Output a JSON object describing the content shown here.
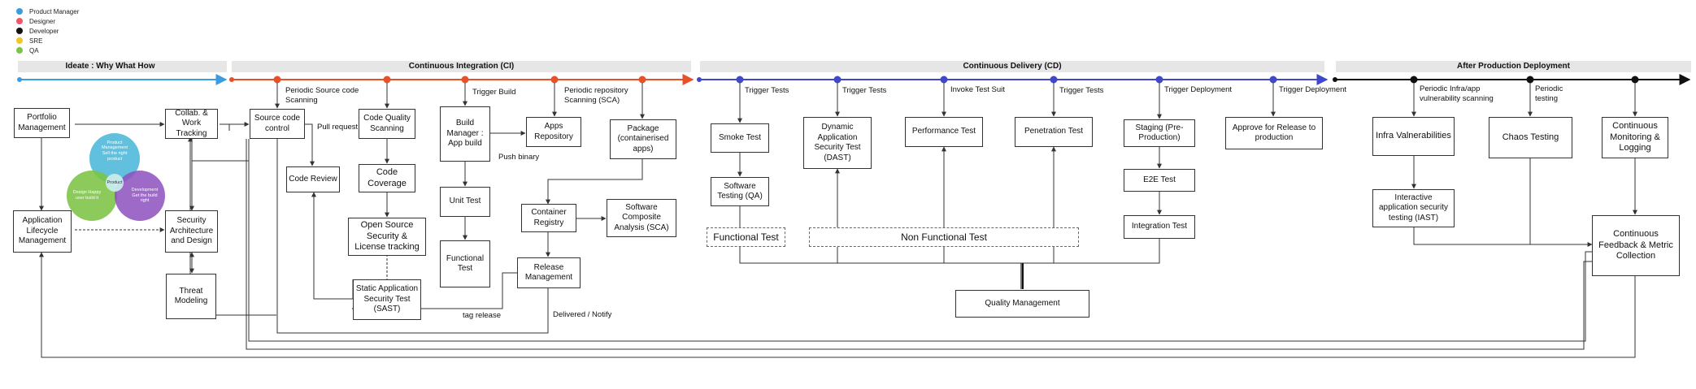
{
  "colors": {
    "pm": "#3d9be0",
    "designer": "#f0566c",
    "developer": "#111111",
    "sre": "#f3c623",
    "qa": "#7cc444",
    "ci_line": "#e8502a",
    "cd_line": "#3f48c8",
    "prod_line": "#111111",
    "ideate_line": "#3d9be0"
  },
  "legend": [
    {
      "label": "Product Manager",
      "color": "#3d9be0"
    },
    {
      "label": "Designer",
      "color": "#f0566c"
    },
    {
      "label": "Developer",
      "color": "#111111"
    },
    {
      "label": "SRE",
      "color": "#f3c623"
    },
    {
      "label": "QA",
      "color": "#7cc444"
    }
  ],
  "phases": {
    "ideate": "Ideate : Why What How",
    "ci": "Continuous Integration (CI)",
    "cd": "Continuous Delivery (CD)",
    "prod": "After Production Deployment"
  },
  "boxes": {
    "portfolio": "Portfolio Management",
    "alm": "Application Lifecycle Management",
    "collab": "Collab. & Work Tracking",
    "security_arch": "Security Architecture and Design",
    "threat": "Threat Modeling",
    "source_control": "Source code control",
    "code_review": "Code Review",
    "code_quality": "Code Quality Scanning",
    "code_coverage": "Code Coverage",
    "oss": "Open Source Security & License tracking",
    "sast": "Static Application Security Test (SAST)",
    "build_manager": "Build Manager : App build",
    "apps_repo": "Apps Repository",
    "package": "Package (containerised apps)",
    "unit_test": "Unit Test",
    "functional_test_ci": "Functional Test",
    "container_registry": "Container Registry",
    "sca": "Software Composite Analysis (SCA)",
    "release_mgmt": "Release Management",
    "smoke": "Smoke Test",
    "sw_testing": "Software Testing (QA)",
    "dast": "Dynamic Application Security Test (DAST)",
    "perf": "Performance Test",
    "pen": "Penetration Test",
    "staging": "Staging (Pre-Production)",
    "e2e": "E2E Test",
    "integration": "Integration Test",
    "approve": "Approve for Release to production",
    "quality_mgmt": "Quality Management",
    "functional_group": "Functional Test",
    "nonfunctional_group": "Non Functional Test",
    "infra_vuln": "Infra Valnerabilities",
    "iast": "Interactive application security testing (IAST)",
    "chaos": "Chaos Testing",
    "monitoring": "Continuous Monitoring & Logging",
    "feedback": "Continuous Feedback & Metric Collection"
  },
  "labels": {
    "periodic_source": "Periodic Source code Scanning",
    "pull_request": "Pull request",
    "trigger_build": "Trigger Build",
    "periodic_repo": "Periodic repository Scanning (SCA)",
    "push_binary": "Push binary",
    "tag_release": "tag release",
    "delivered_notify": "Delivered / Notify",
    "trigger_tests_1": "Trigger Tests",
    "trigger_tests_2": "Trigger Tests",
    "invoke_test_suit": "Invoke Test Suit",
    "trigger_tests_3": "Trigger Tests",
    "trigger_deployment_1": "Trigger Deployment",
    "trigger_deployment_2": "Trigger Deployment",
    "periodic_infra": "Periodic Infra/app vulnerability scanning",
    "periodic_testing": "Periodic testing"
  },
  "venn": {
    "product": "Product Management Sell the right product",
    "design": "Design Happy user build it",
    "development": "Development Get the build right",
    "center": "Product"
  }
}
